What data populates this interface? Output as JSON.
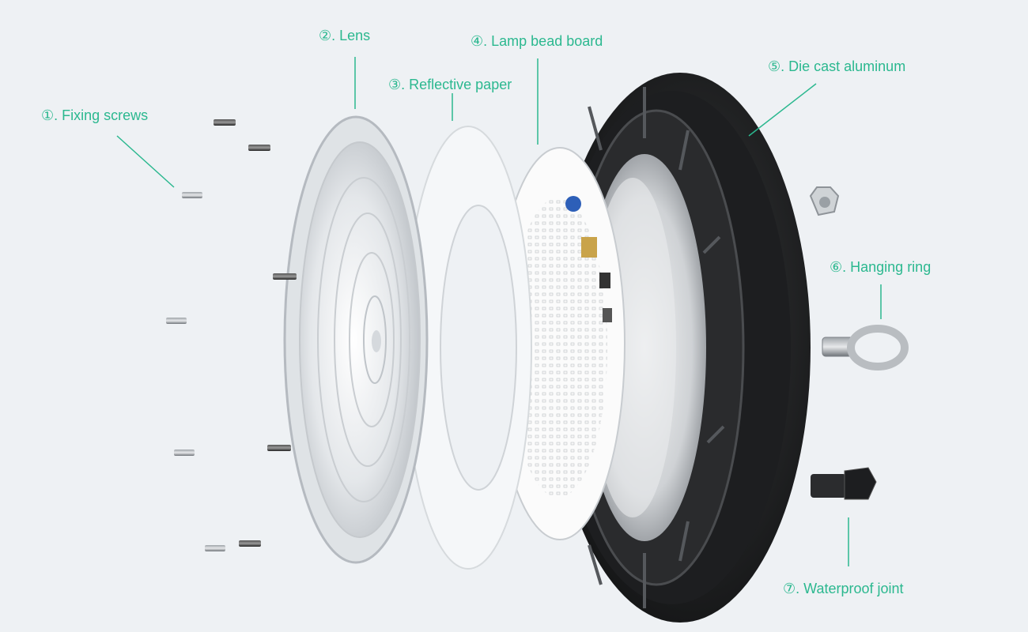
{
  "accent_color": "#2bb88f",
  "background_color": "#eef1f4",
  "callouts": {
    "fixing_screws": "①. Fixing screws",
    "lens": "②. Lens",
    "reflective_paper": "③. Reflective paper",
    "lamp_bead_board": "④. Lamp bead board",
    "die_cast_aluminum": "⑤. Die cast aluminum",
    "hanging_ring": "⑥. Hanging ring",
    "waterproof_joint": "⑦. Waterproof joint"
  }
}
